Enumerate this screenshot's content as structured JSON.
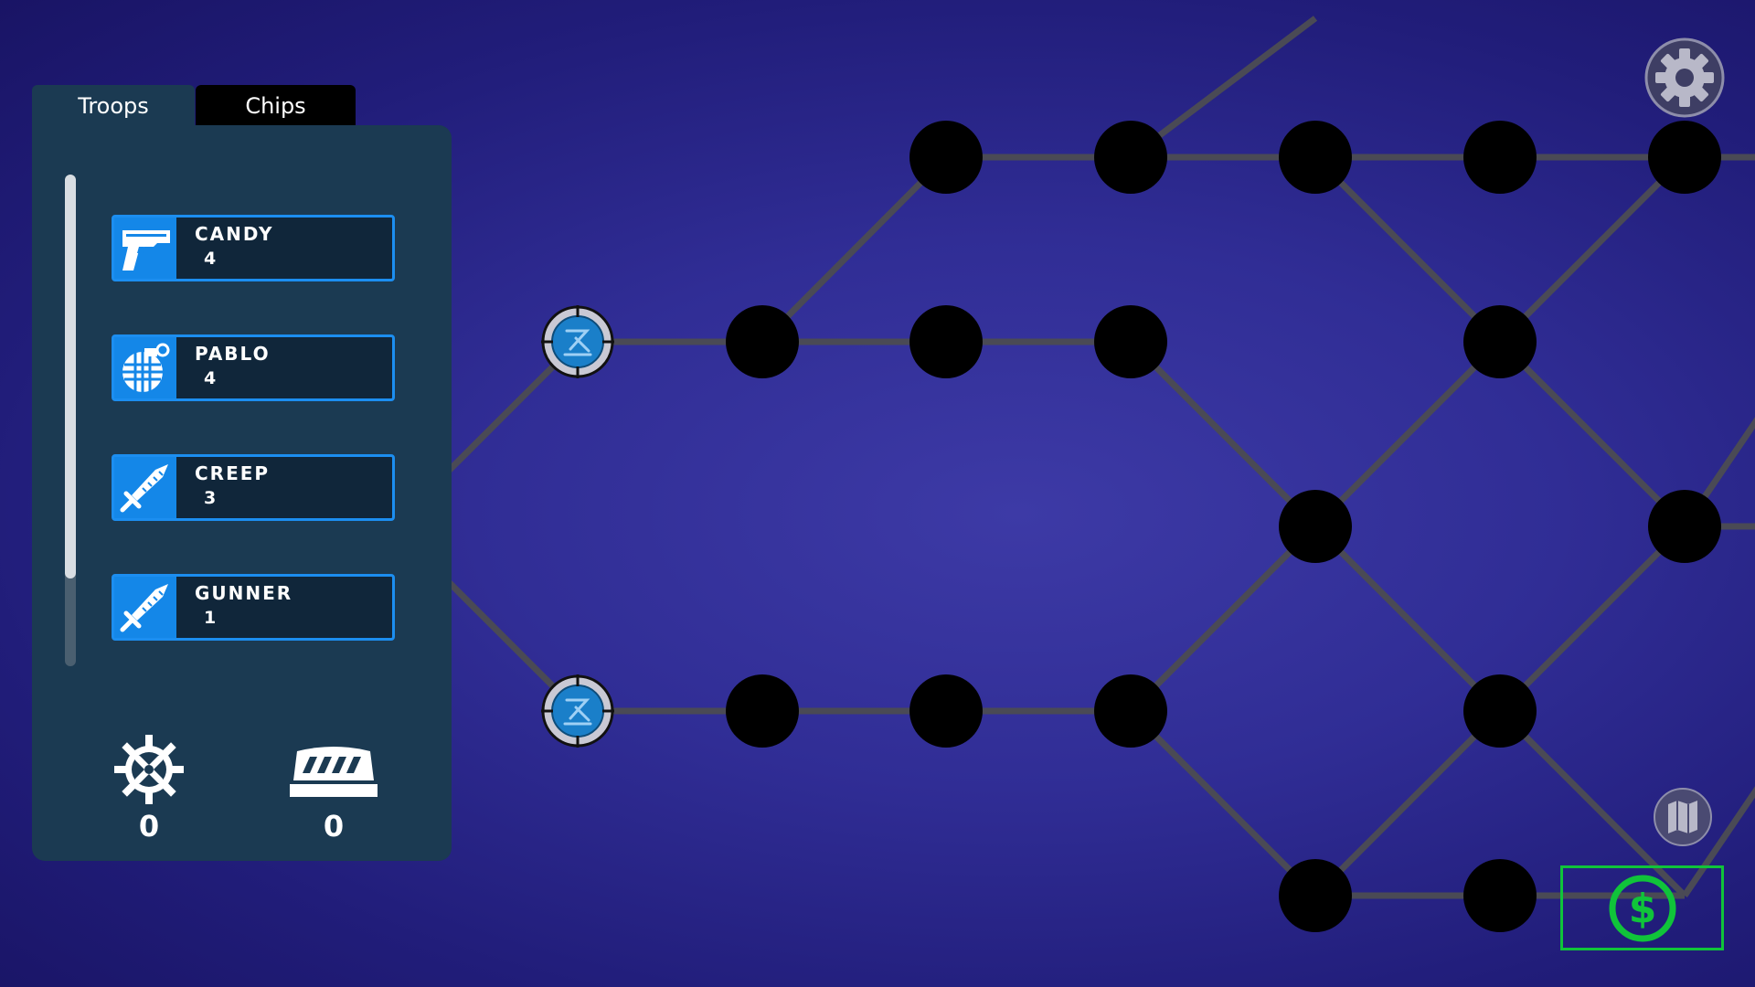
{
  "tabs": {
    "troops_label": "Troops",
    "chips_label": "Chips",
    "active": "troops"
  },
  "troops": [
    {
      "name": "CANDY",
      "level": "4",
      "icon": "pistol-icon"
    },
    {
      "name": "PABLO",
      "level": "4",
      "icon": "grenade-icon"
    },
    {
      "name": "CREEP",
      "level": "3",
      "icon": "sword-icon"
    },
    {
      "name": "GUNNER",
      "level": "1",
      "icon": "sword-icon"
    }
  ],
  "resources": {
    "gears": {
      "count": "0",
      "icon": "gear-wheel-icon"
    },
    "barricades": {
      "count": "0",
      "icon": "barricade-icon"
    }
  },
  "hud": {
    "settings_icon": "settings-gear-icon",
    "map_icon": "map-icon",
    "shop_icon": "dollar-icon"
  },
  "colors": {
    "panel": "#1b3a52",
    "accent_blue": "#1c8ef0",
    "shop_green": "#10c43a",
    "node": "#000000",
    "edge": "#4a4a55"
  }
}
